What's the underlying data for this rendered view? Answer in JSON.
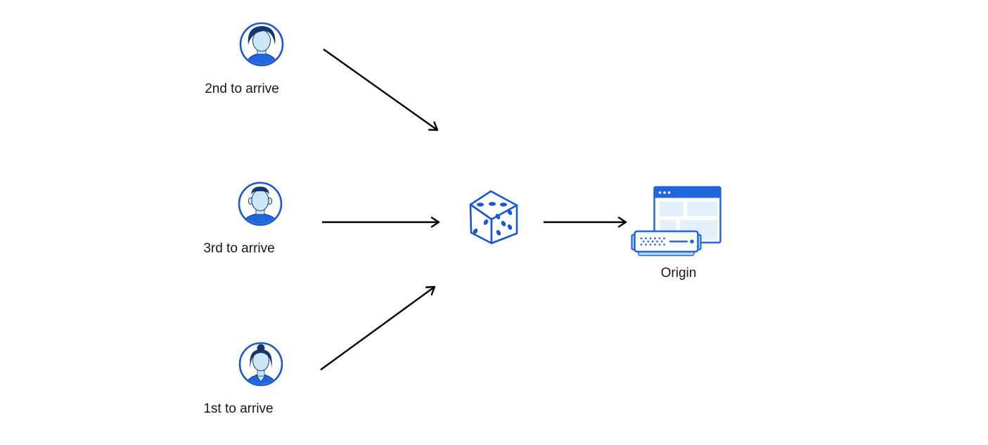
{
  "clients": [
    {
      "label": "2nd to arrive",
      "icon": "user-avatar-swept-hair-icon"
    },
    {
      "label": "3rd to arrive",
      "icon": "user-avatar-flat-top-icon"
    },
    {
      "label": "1st to arrive",
      "icon": "user-avatar-hair-bun-icon"
    }
  ],
  "router": {
    "icon": "dice-icon"
  },
  "origin": {
    "label": "Origin",
    "icon": "origin-browser-server-icon"
  },
  "colors": {
    "primary_blue": "#1a56d6",
    "fill_blue": "#2066dd",
    "face_light_blue": "#cbe7f7",
    "panel_light_blue": "#e3eff9",
    "server_base_blue": "#bcdcf4",
    "hair_navy": "#14386e",
    "arrow_black": "#000000",
    "label_text": "#17181a",
    "background": "#ffffff"
  }
}
